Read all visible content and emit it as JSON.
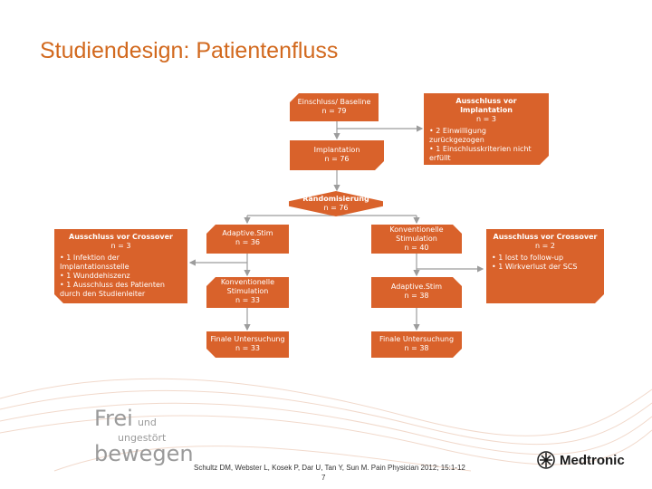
{
  "slide": {
    "title": "Studiendesign: Patientenfluss",
    "citation": "Schultz DM, Webster L, Kosek P, Dar U, Tan Y, Sun M. Pain Physician 2012; 15:1-12",
    "page_number": "7",
    "brand_line1": "Frei",
    "brand_und": "und",
    "brand_ungestoert": "ungestört",
    "brand_line2": "bewegen",
    "logo_text": "Medtronic"
  },
  "flow": {
    "baseline": {
      "label": "Einschluss/ Baseline",
      "n": "n = 79"
    },
    "excl_impl": {
      "title": "Ausschluss vor Implantation",
      "n": "n = 3",
      "items": [
        "• 2 Einwilligung zurückgezogen",
        "• 1 Einschlusskriterien nicht erfüllt"
      ]
    },
    "implant": {
      "label": "Implantation",
      "n": "n = 76"
    },
    "random": {
      "label": "Randomisierung",
      "n": "n = 76"
    },
    "adaptive1": {
      "label": "Adaptive.Stim",
      "n": "n = 36"
    },
    "conv1": {
      "label": "Konventionelle Stimulation",
      "n": "n = 40"
    },
    "excl_left": {
      "title": "Ausschluss vor Crossover",
      "n": "n = 3",
      "items": [
        "• 1 Infektion der Implantationsstelle",
        "• 1 Wunddehiszenz",
        "• 1 Ausschluss des Patienten durch den Studienleiter"
      ]
    },
    "excl_right": {
      "title": "Ausschluss vor Crossover",
      "n": "n = 2",
      "items": [
        "• 1 lost to follow-up",
        "• 1 Wirkverlust der SCS"
      ]
    },
    "conv2": {
      "label": "Konventionelle Stimulation",
      "n": "n = 33"
    },
    "adaptive2": {
      "label": "Adaptive.Stim",
      "n": "n = 38"
    },
    "final1": {
      "label": "Finale Untersuchung",
      "n": "n = 33"
    },
    "final2": {
      "label": "Finale Untersuchung",
      "n": "n = 38"
    }
  },
  "colors": {
    "box": "#d9622b",
    "title": "#d2691e",
    "arrow": "#9c9c9c"
  }
}
